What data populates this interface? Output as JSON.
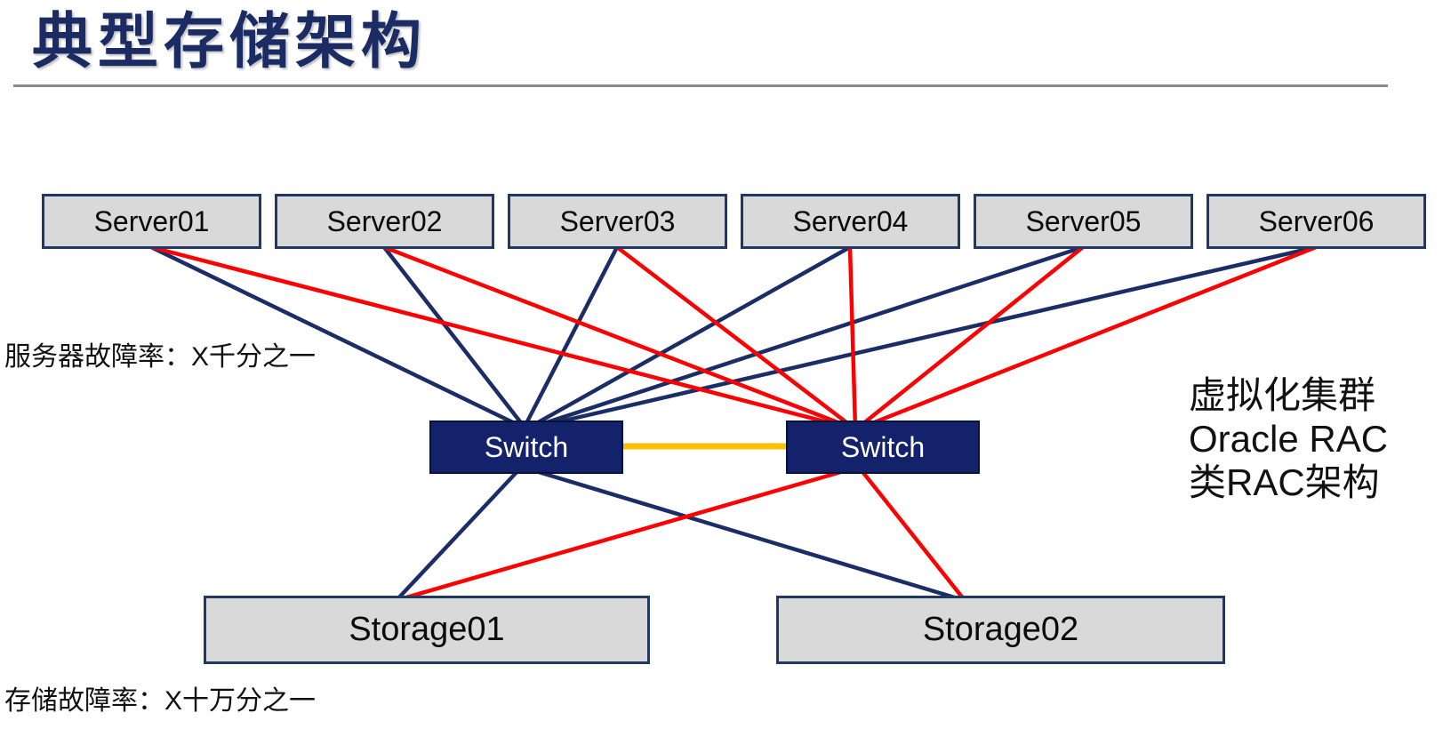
{
  "title": "典型存储架构",
  "servers": [
    {
      "label": "Server01"
    },
    {
      "label": "Server02"
    },
    {
      "label": "Server03"
    },
    {
      "label": "Server04"
    },
    {
      "label": "Server05"
    },
    {
      "label": "Server06"
    }
  ],
  "switches": [
    {
      "label": "Switch"
    },
    {
      "label": "Switch"
    }
  ],
  "storages": [
    {
      "label": "Storage01"
    },
    {
      "label": "Storage02"
    }
  ],
  "annotations": {
    "server_rate": "服务器故障率：X千分之一",
    "storage_rate": "存储故障率：X十万分之一",
    "cluster_note_line1": "虚拟化集群",
    "cluster_note_line2": "Oracle RAC",
    "cluster_note_line3": "类RAC架构"
  },
  "colors": {
    "title_navy": "#1b2b63",
    "box_border_navy": "#1f3864",
    "box_fill_gray": "#d9d9d9",
    "switch_fill_navy": "#13226b",
    "line_navy": "#1b2d66",
    "line_red": "#ff0000",
    "line_orange": "#ffc000",
    "divider_gray": "#8a8a8a"
  },
  "edges": [
    {
      "from": "Server01",
      "to": "Switch-left",
      "color": "navy"
    },
    {
      "from": "Server02",
      "to": "Switch-left",
      "color": "navy"
    },
    {
      "from": "Server03",
      "to": "Switch-left",
      "color": "navy"
    },
    {
      "from": "Server04",
      "to": "Switch-left",
      "color": "navy"
    },
    {
      "from": "Server05",
      "to": "Switch-left",
      "color": "navy"
    },
    {
      "from": "Server06",
      "to": "Switch-left",
      "color": "navy"
    },
    {
      "from": "Server01",
      "to": "Switch-right",
      "color": "red"
    },
    {
      "from": "Server02",
      "to": "Switch-right",
      "color": "red"
    },
    {
      "from": "Server03",
      "to": "Switch-right",
      "color": "red"
    },
    {
      "from": "Server04",
      "to": "Switch-right",
      "color": "red"
    },
    {
      "from": "Server05",
      "to": "Switch-right",
      "color": "red"
    },
    {
      "from": "Server06",
      "to": "Switch-right",
      "color": "red"
    },
    {
      "from": "Switch-left",
      "to": "Switch-right",
      "color": "orange"
    },
    {
      "from": "Switch-left",
      "to": "Storage01",
      "color": "navy"
    },
    {
      "from": "Switch-left",
      "to": "Storage02",
      "color": "navy"
    },
    {
      "from": "Switch-right",
      "to": "Storage01",
      "color": "red"
    },
    {
      "from": "Switch-right",
      "to": "Storage02",
      "color": "red"
    }
  ]
}
